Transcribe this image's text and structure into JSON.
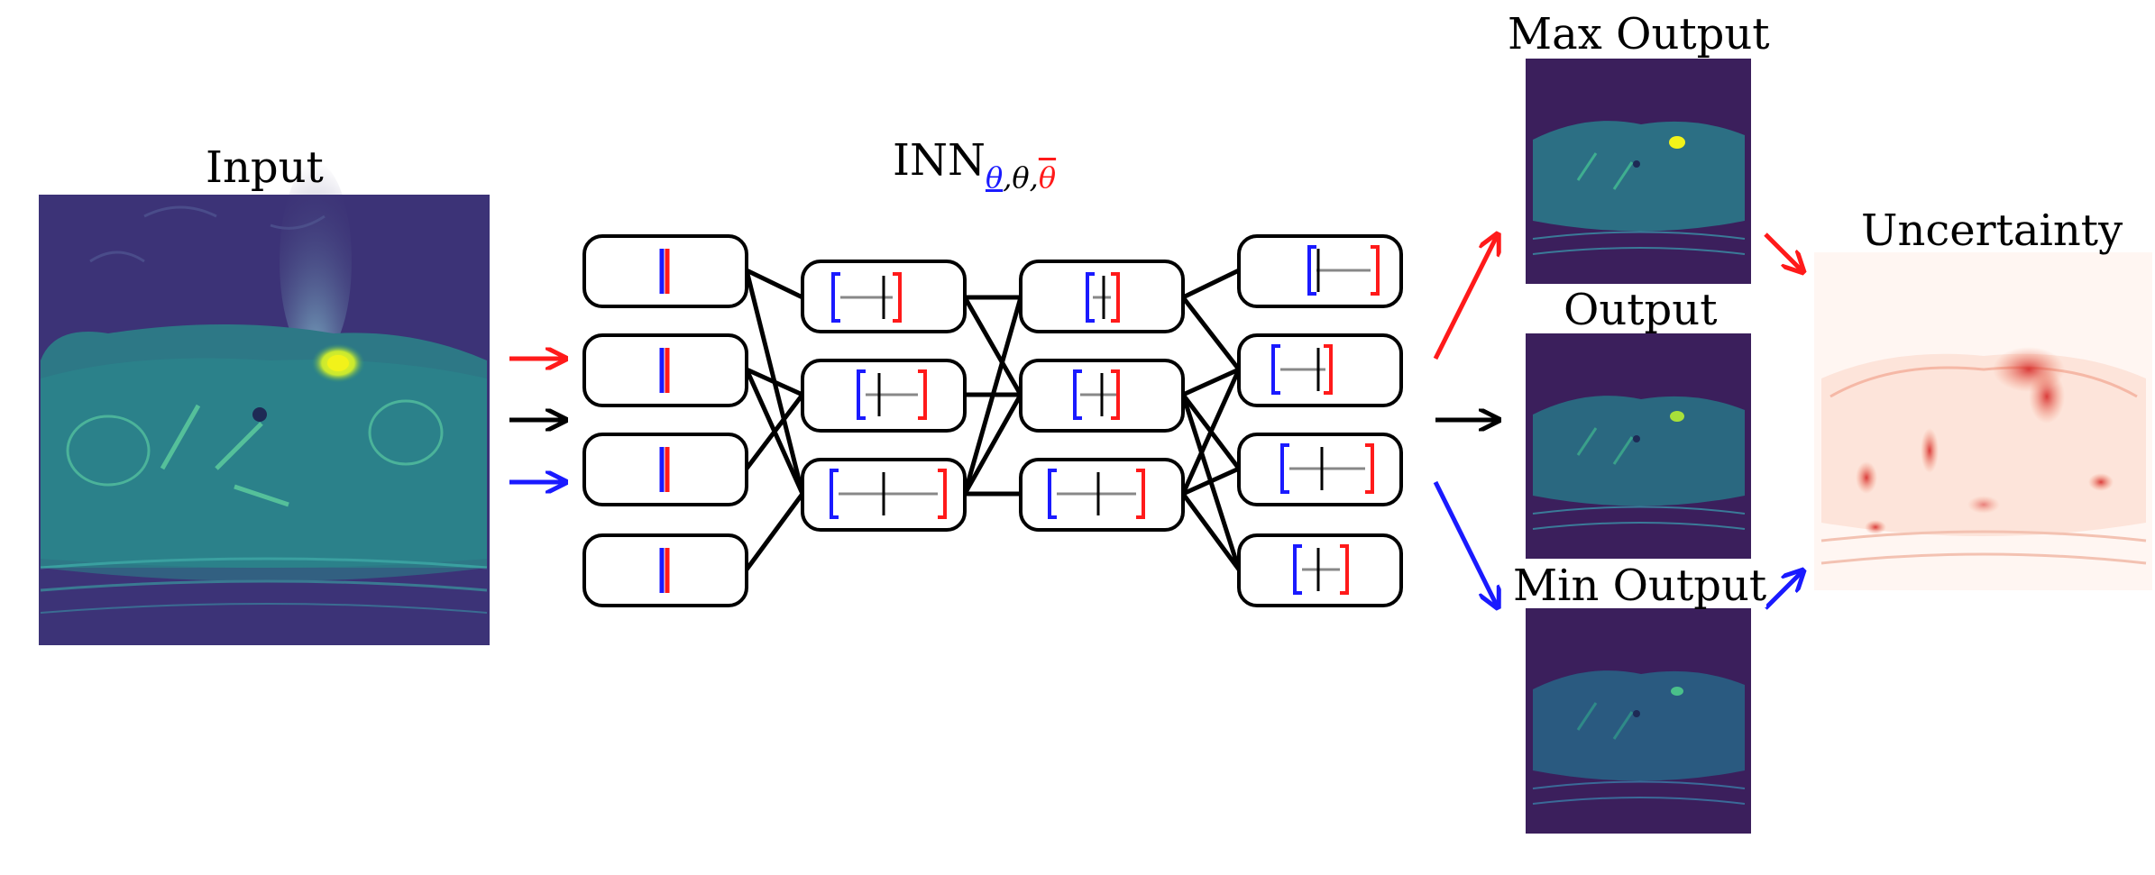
{
  "labels": {
    "input": "Input",
    "inn_main": "INN",
    "inn_sub_lower": "θ",
    "inn_sub_sep1": ",",
    "inn_sub_mid": "θ",
    "inn_sub_sep2": ",",
    "inn_sub_upper": "θ",
    "max_output": "Max Output",
    "output": "Output",
    "min_output": "Min Output",
    "uncertainty": "Uncertainty"
  },
  "colors": {
    "lower": "#1a1aff",
    "upper": "#ff1a1a",
    "nominal": "#000000",
    "viridis_bg": "#3b1f5c",
    "viridis_body": "#2a6f83",
    "viridis_hot": "#e8f21a"
  }
}
